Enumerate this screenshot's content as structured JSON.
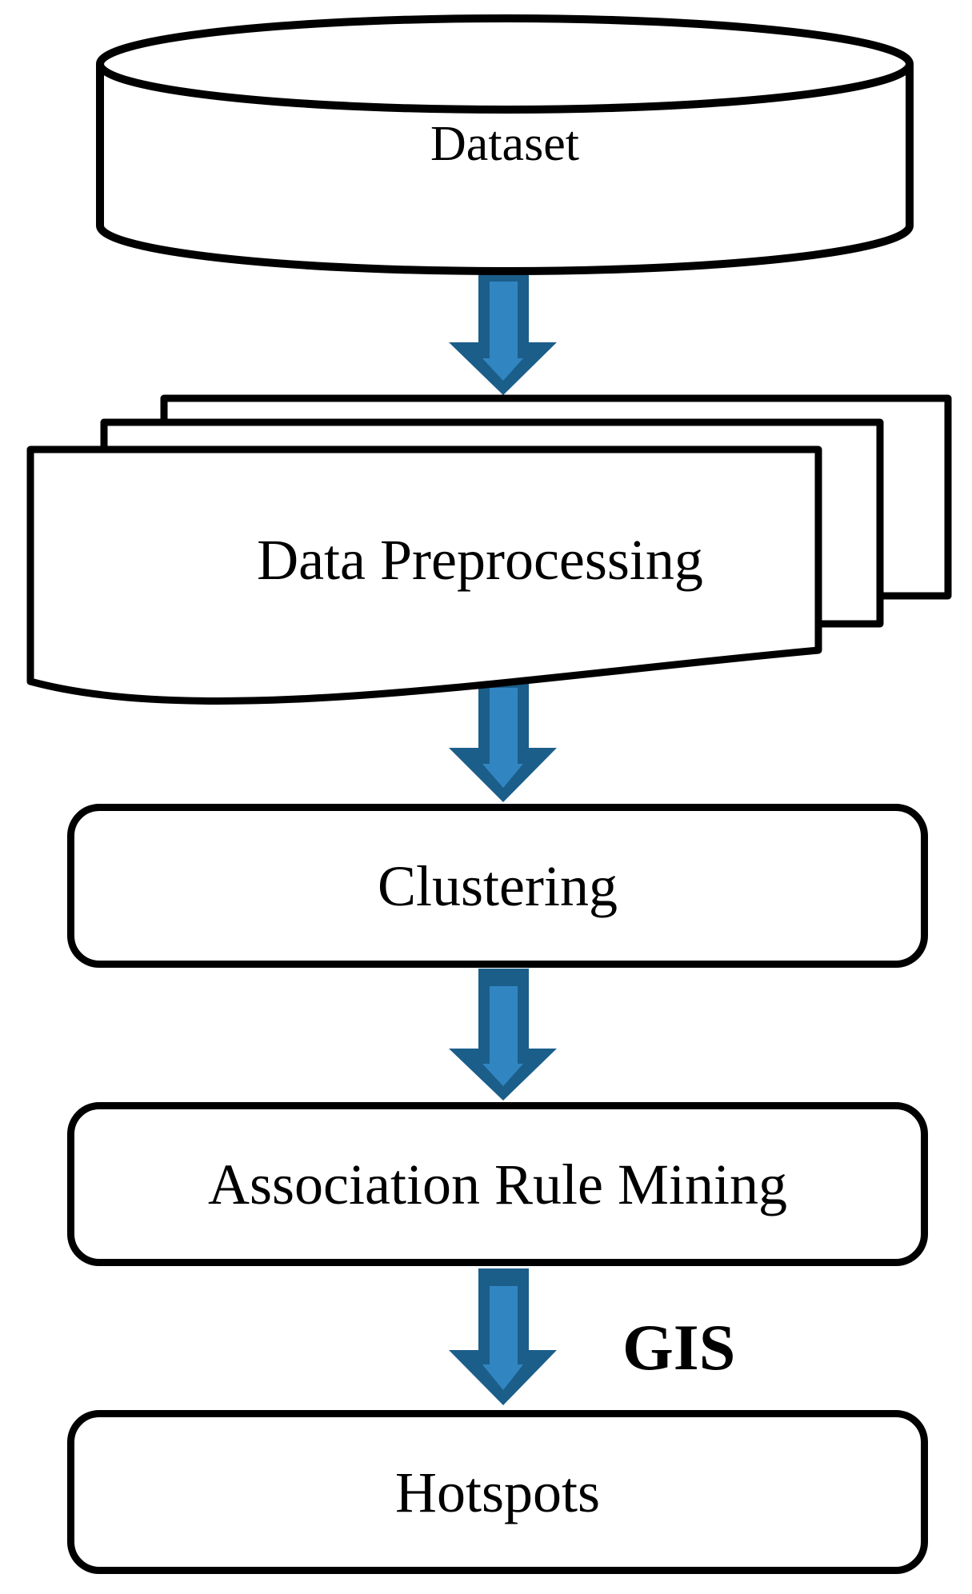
{
  "diagram": {
    "nodes": [
      {
        "id": "dataset",
        "shape": "cylinder",
        "label": "Dataset"
      },
      {
        "id": "data-preprocessing",
        "shape": "document-stack",
        "label": "Data Preprocessing"
      },
      {
        "id": "clustering",
        "shape": "rounded-rectangle",
        "label": "Clustering"
      },
      {
        "id": "association-rule-mining",
        "shape": "rounded-rectangle",
        "label": "Association Rule Mining"
      },
      {
        "id": "hotspots",
        "shape": "rounded-rectangle",
        "label": "Hotspots"
      }
    ],
    "edges": [
      {
        "from": "dataset",
        "to": "data-preprocessing"
      },
      {
        "from": "data-preprocessing",
        "to": "clustering"
      },
      {
        "from": "clustering",
        "to": "association-rule-mining"
      },
      {
        "from": "association-rule-mining",
        "to": "hotspots",
        "label": "GIS"
      }
    ],
    "arrow_annotation": "GIS"
  },
  "colors": {
    "background": "#FFFFFF",
    "shape_fill": "#FFFFFF",
    "shape_stroke": "#000000",
    "text": "#000000",
    "arrow_dark": "#1B5E8A",
    "arrow_light": "#3186C2"
  }
}
